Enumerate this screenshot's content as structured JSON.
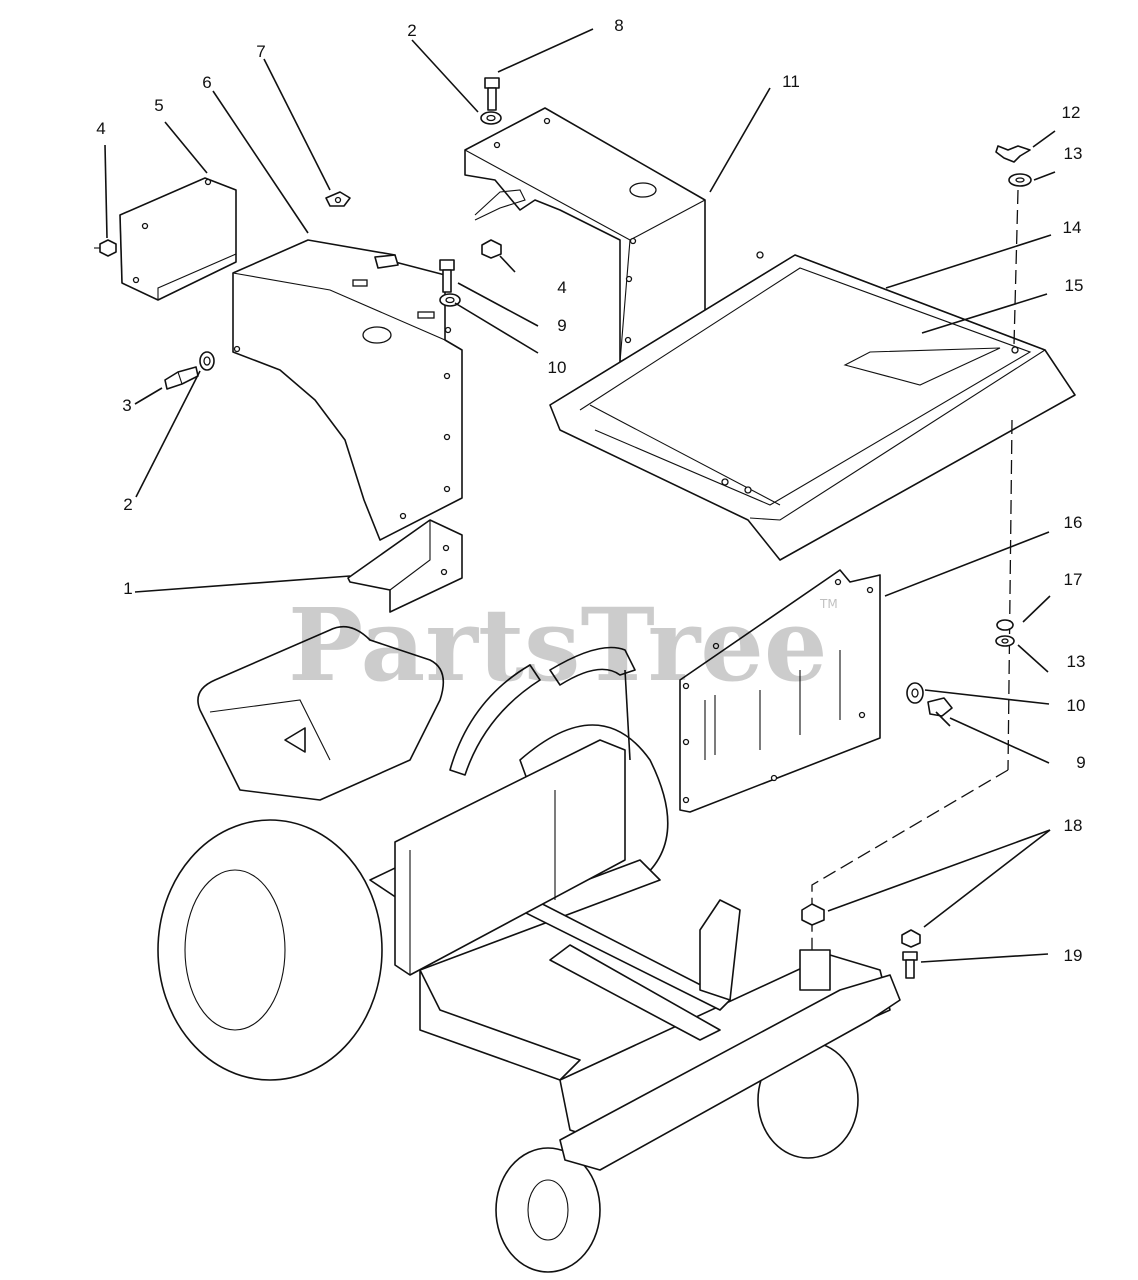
{
  "watermark": {
    "text": "PartsTree",
    "mark": "TM"
  },
  "callouts": [
    "1",
    "2",
    "2",
    "3",
    "4",
    "4",
    "5",
    "6",
    "7",
    "8",
    "9",
    "9",
    "10",
    "10",
    "11",
    "12",
    "13",
    "13",
    "14",
    "15",
    "16",
    "17",
    "18",
    "19"
  ]
}
